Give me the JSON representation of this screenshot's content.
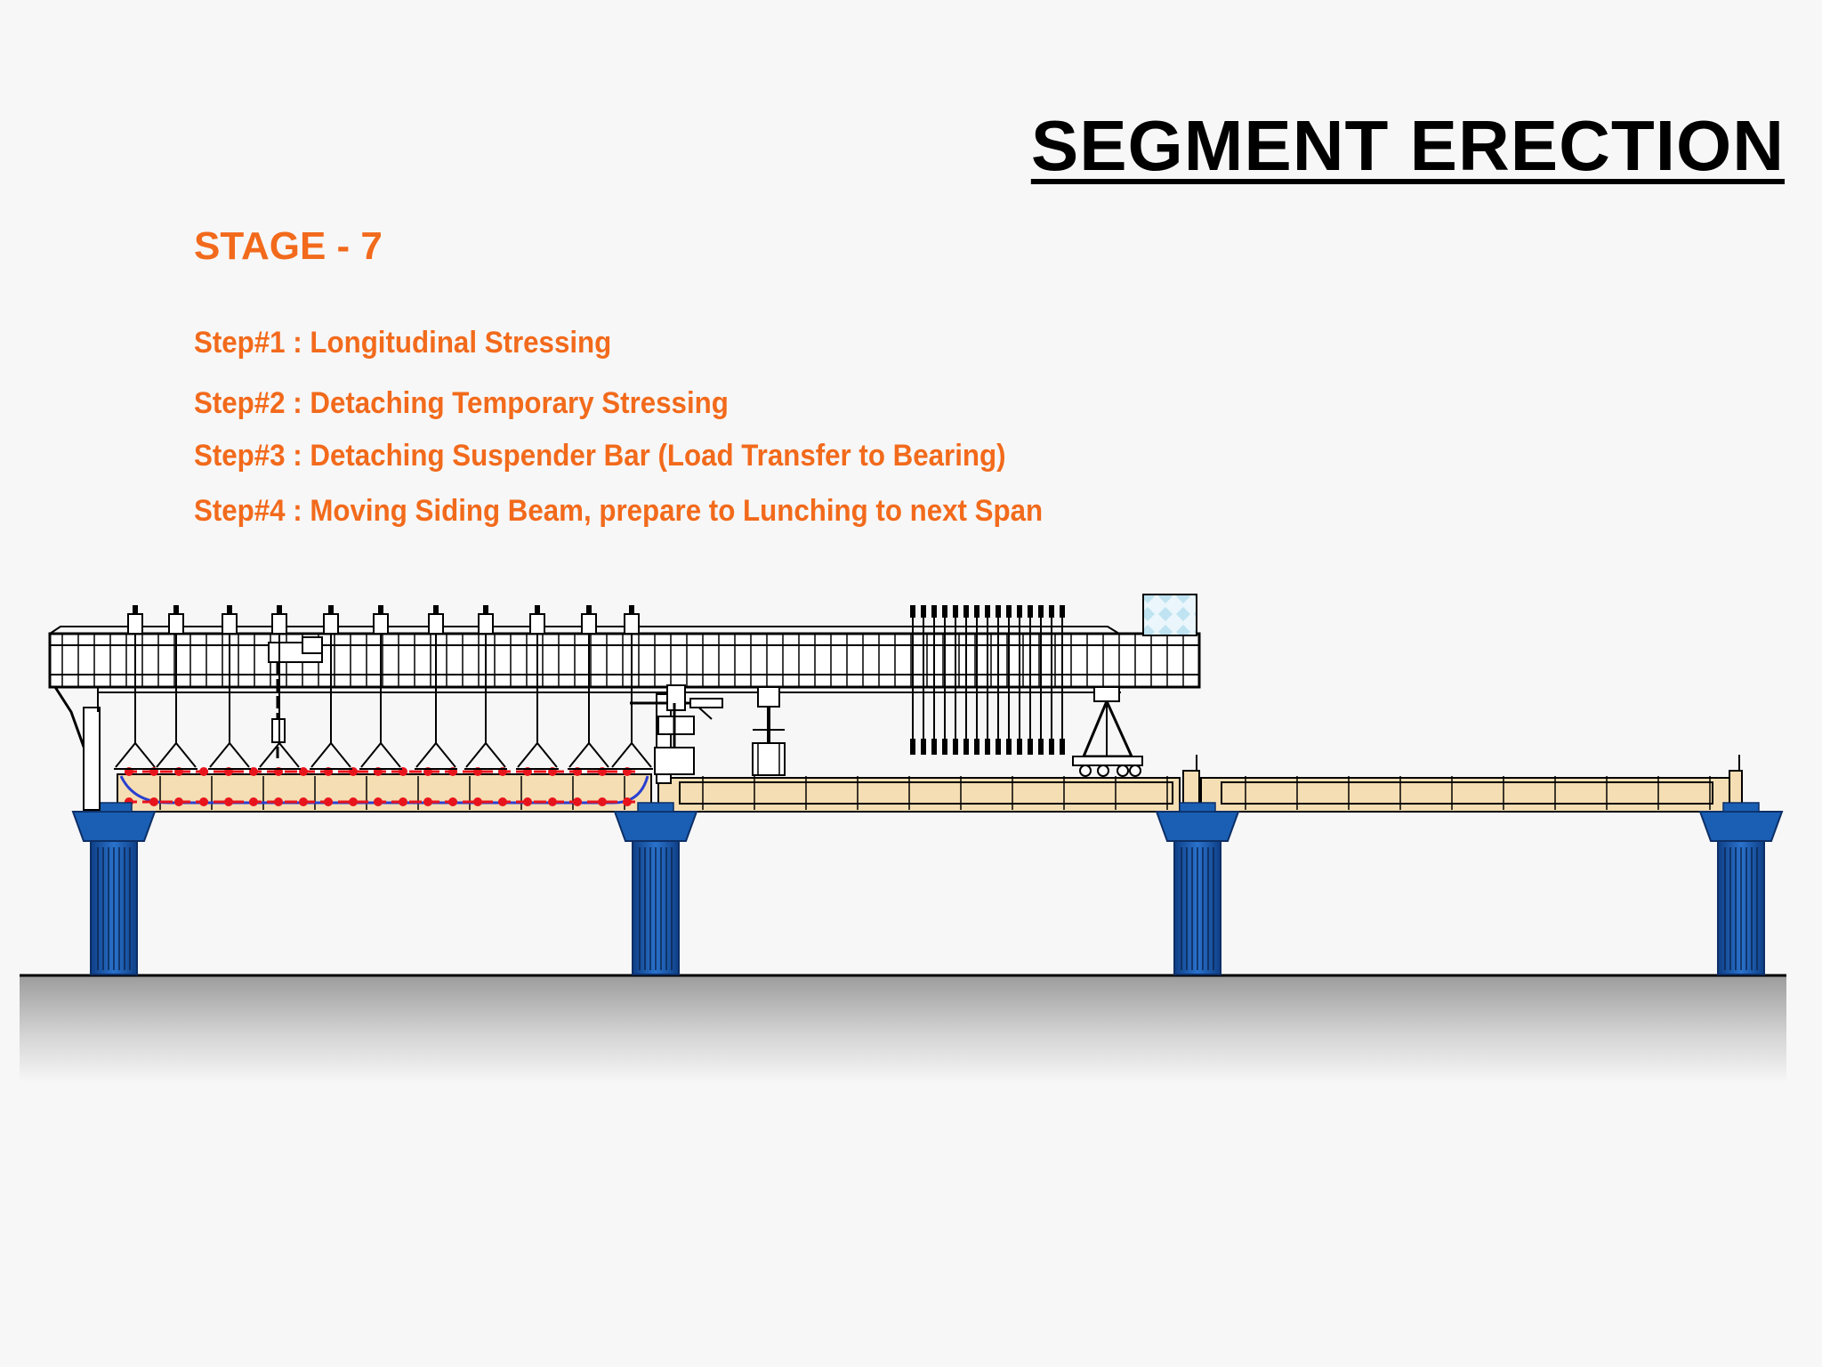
{
  "header": {
    "title": "SEGMENT ERECTION"
  },
  "stage": {
    "label": "STAGE - 7"
  },
  "steps": [
    {
      "text": "Step#1 : Longitudinal Stressing"
    },
    {
      "text": "Step#2 : Detaching Temporary Stressing"
    },
    {
      "text": "Step#3 : Detaching Suspender Bar (Load Transfer to Bearing)"
    },
    {
      "text": "Step#4 : Moving Siding Beam, prepare to Lunching to next Span"
    }
  ],
  "colors": {
    "accent": "#f26a1b",
    "pier": "#1a5fb4",
    "pier_dark": "#0d2f66",
    "deck": "#f5deb3",
    "tendon_red": "#e8141c",
    "tendon_blue": "#2a3fd1",
    "steel": "#000000"
  }
}
